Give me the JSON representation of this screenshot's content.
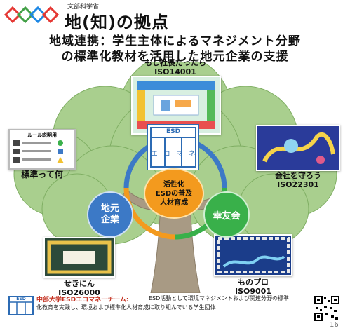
{
  "header": {
    "ministry": "文部科学省",
    "hub_title": "地(知)の拠点",
    "headline_line1": "地域連携：学生主体によるマネジメント分野",
    "headline_line2": "の標準化教材を活用した地元企業の支援"
  },
  "cards": {
    "top_label_line1": "もし社長だったら",
    "top_label_line2": "ISO14001",
    "left_title": "ルール説明用",
    "left_label": "標準って何",
    "right_label_line1": "会社を守ろう",
    "right_label_line2": "ISO22301",
    "bottom_left_label_line1": "せきにん",
    "bottom_left_label_line2": "ISO26000",
    "bottom_right_label_line1": "ものプロ",
    "bottom_right_label_line2": "ISO9001"
  },
  "center": {
    "esd_text": "ESD",
    "esd_kana": "エ コ マ ネ",
    "local_line1": "地元",
    "local_line2": "企業",
    "kyuyu": "幸友会",
    "center_line1": "活性化",
    "center_line2": "ESDの普及",
    "center_line3": "人材育成"
  },
  "footer": {
    "logo_text": "ESD",
    "team": "中部大学ESDエコマネーチーム:",
    "desc_line1": "ESD活動として環境マネジメントおよび関連分野の標準",
    "desc_line2": "化教育を実践し、環境および標準化人材育成に取り組んでいる学生団体",
    "page_number": "16"
  },
  "colors": {
    "tree_foliage": "#a9cf8e",
    "tree_trunk": "#a89a84",
    "ring_blue": "#3c79c6",
    "ring_green": "#39b04a",
    "ring_orange": "#f39a1e"
  }
}
